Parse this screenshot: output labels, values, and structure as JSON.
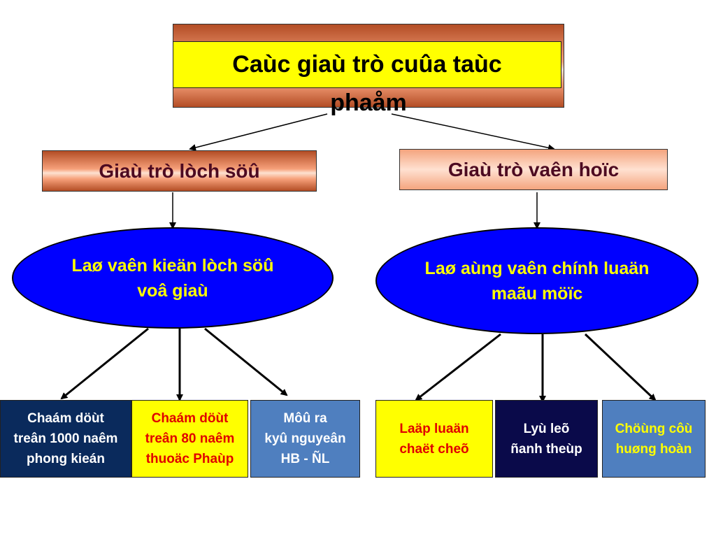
{
  "title": {
    "line1": "Caùc giaù trò cuûa taùc",
    "line2": "phaåm"
  },
  "left": {
    "header": "Giaù trò lòch söû",
    "ellipse": {
      "line1": "Laø vaên kieän lòch söû",
      "line2": "voâ giaù"
    },
    "leaves": [
      {
        "lines": [
          "Chaám döùt",
          "treân 1000 naêm",
          "phong kieán"
        ]
      },
      {
        "lines": [
          "Chaám döùt",
          "treân 80 naêm",
          "thuoäc Phaùp"
        ]
      },
      {
        "lines": [
          "Môû ra",
          "kyû nguyeân",
          "HB - ÑL"
        ]
      }
    ]
  },
  "right": {
    "header": "Giaù trò vaên hoïc",
    "ellipse": {
      "line1": "Laø aùng vaên chính luaän",
      "line2": "maãu möïc"
    },
    "leaves": [
      {
        "lines": [
          "Laäp luaän",
          "chaët cheõ"
        ]
      },
      {
        "lines": [
          "Lyù leõ",
          "ñanh theùp"
        ]
      },
      {
        "lines": [
          "Chöùng côù",
          "huøng hoàn"
        ]
      }
    ]
  },
  "colors": {
    "leaf_navy": "#0a2a5c",
    "leaf_navy_text": "#ffffff",
    "leaf_yellow": "#ffff00",
    "leaf_yellow_text": "#e00000",
    "leaf_steel": "#4f7fbf",
    "leaf_steel_text": "#ffffff",
    "leaf_dark": "#0a0a4a",
    "leaf_dark_text": "#ffffff",
    "leaf_steel_text_yellow": "#ffff00"
  }
}
